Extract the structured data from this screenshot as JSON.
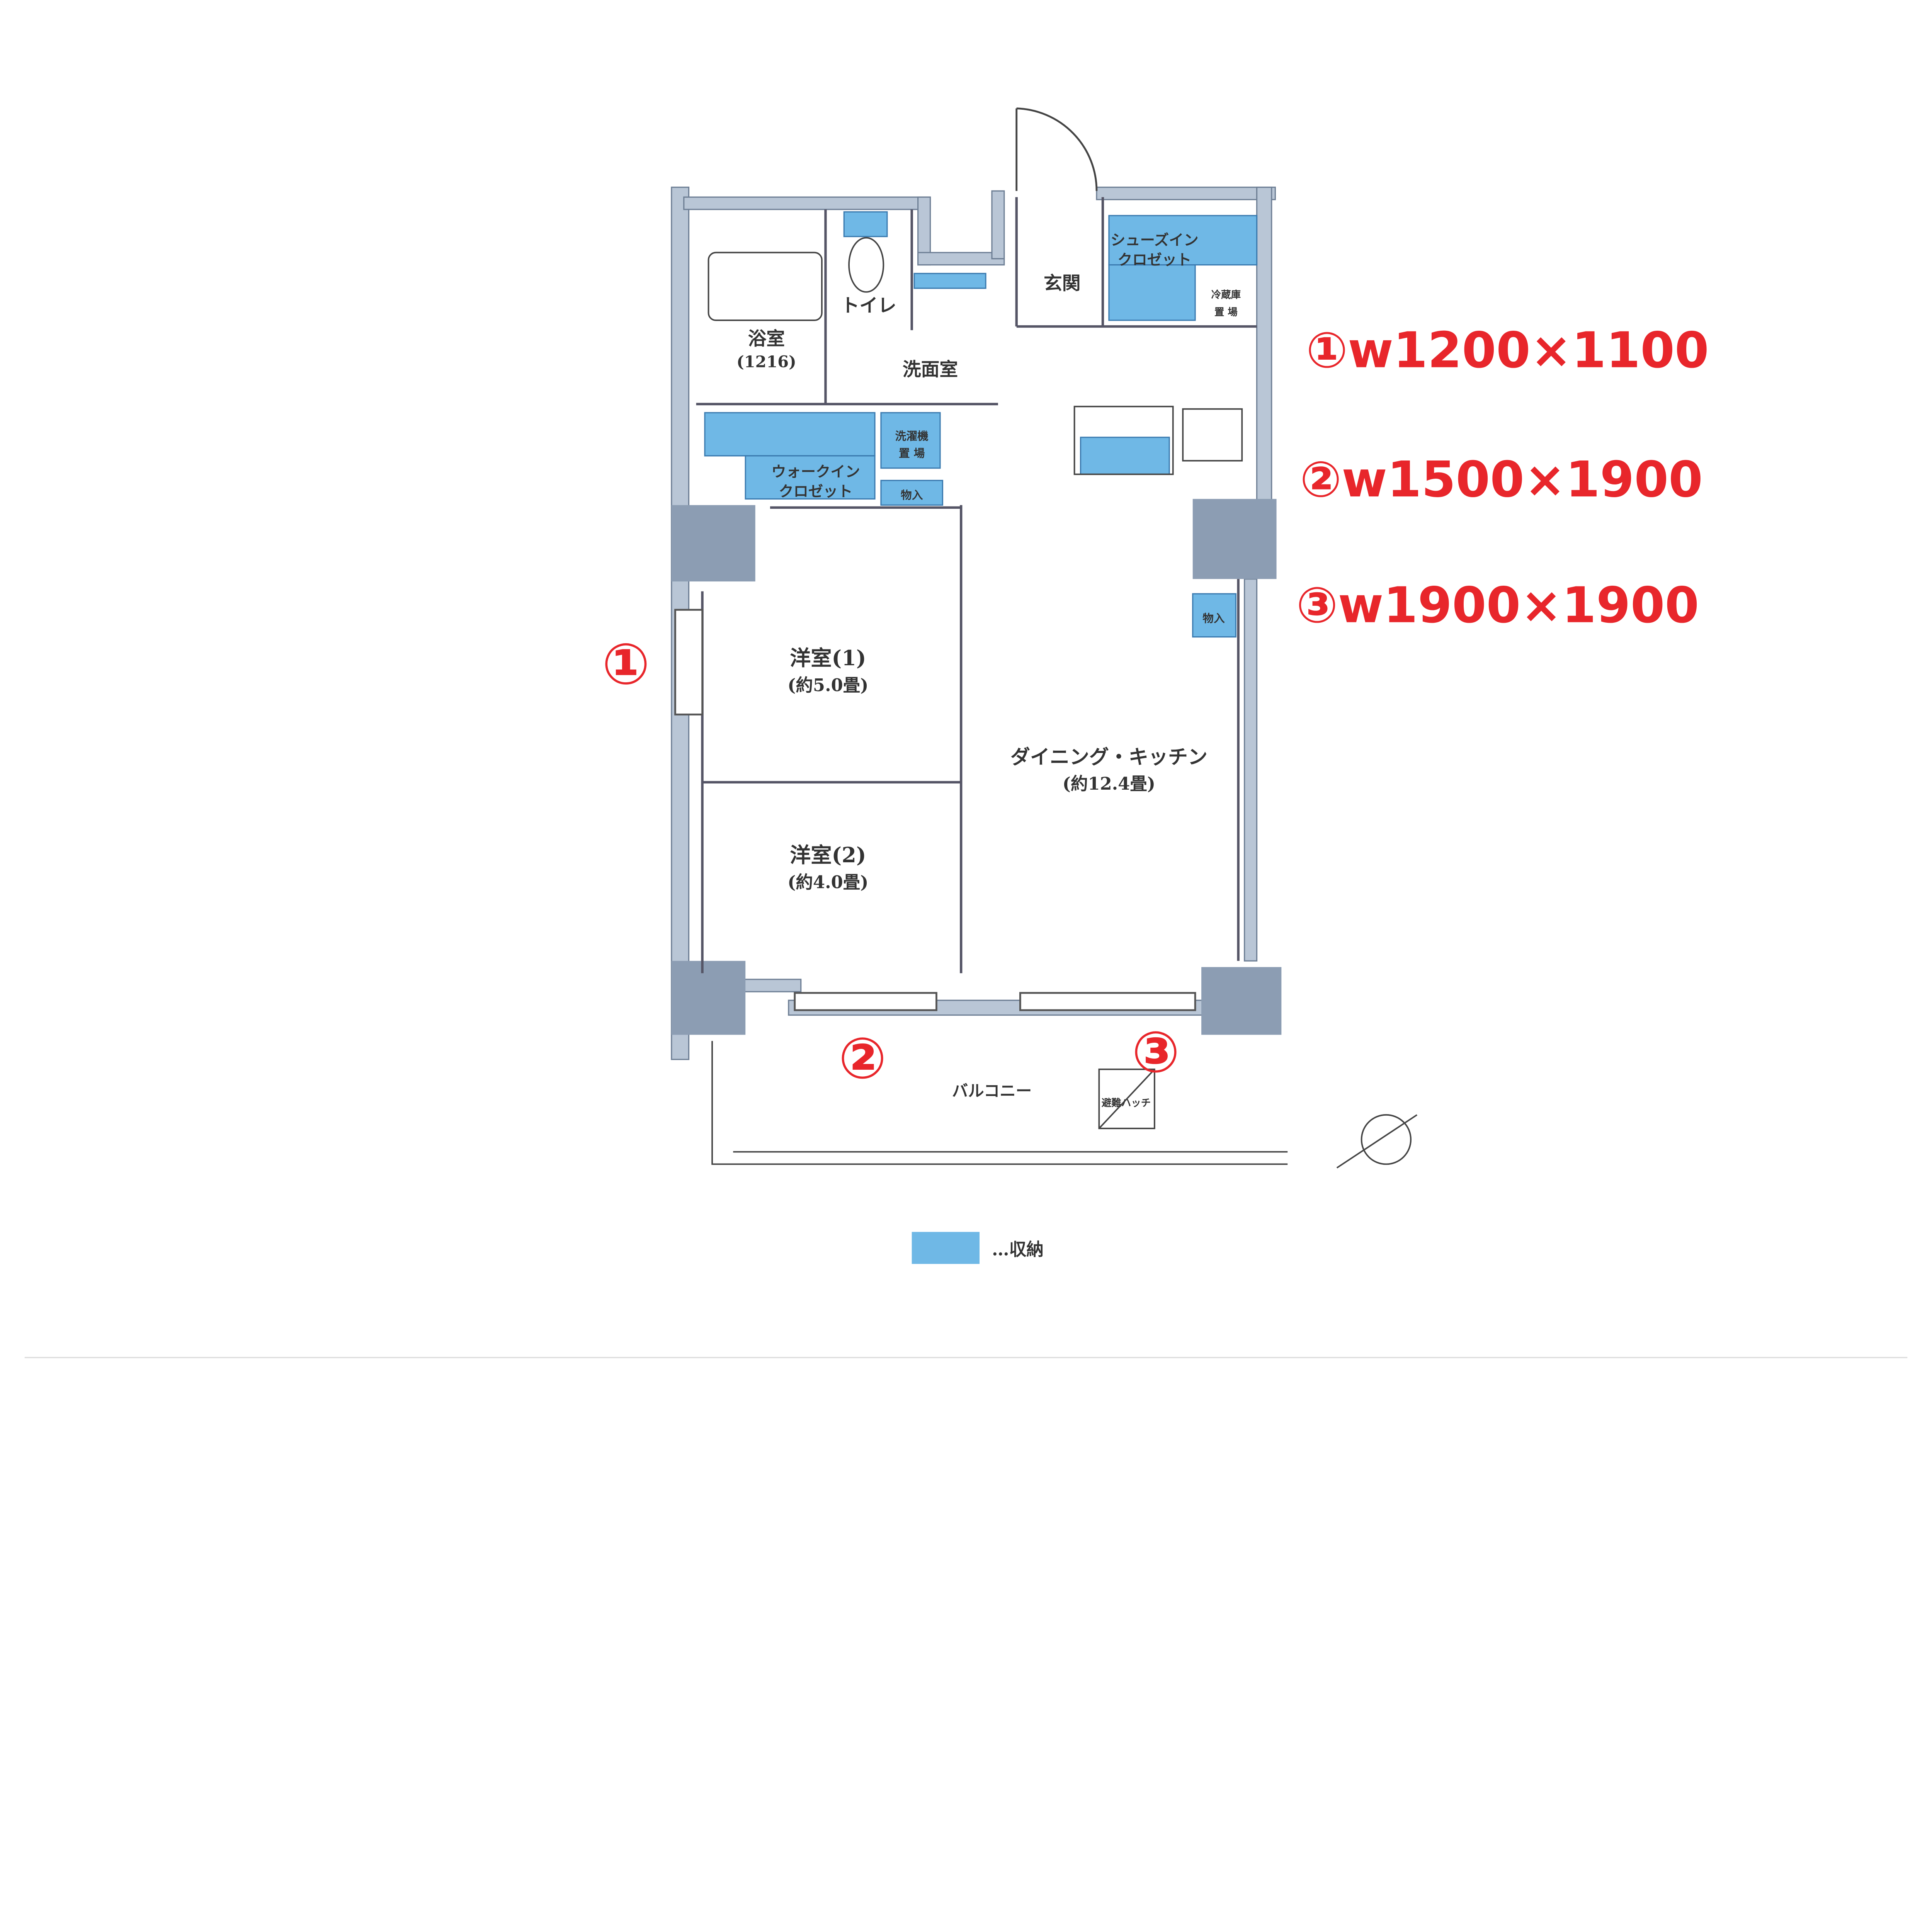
{
  "floorplan": {
    "rooms": {
      "bath": "浴室",
      "bath_size": "(1216)",
      "toilet": "トイレ",
      "washroom": "洗面室",
      "entrance": "玄関",
      "shoes_closet_1": "シューズイン",
      "shoes_closet_2": "クロゼット",
      "fridge_1": "冷蔵庫",
      "fridge_2": "置 場",
      "washer_1": "洗濯機",
      "washer_2": "置 場",
      "walkin_1": "ウォークイン",
      "walkin_2": "クロゼット",
      "storage_a": "物入",
      "storage_b": "物入",
      "western1": "洋室(1)",
      "western1_size": "(約5.0畳)",
      "western2": "洋室(2)",
      "western2_size": "(約4.0畳)",
      "dk": "ダイニング・キッチン",
      "dk_size": "(約12.4畳)",
      "balcony": "バルコニー",
      "hatch": "避難ハッチ"
    },
    "legend_label": "…収納",
    "colors": {
      "storage": "#6fb8e6",
      "wall": "#8c9db3",
      "annotation": "#e8262b"
    }
  },
  "annotations": {
    "markers": [
      "①",
      "②",
      "③"
    ],
    "notes": [
      "①w1200×1100",
      "②w1500×1900",
      "③w1900×1900"
    ]
  }
}
